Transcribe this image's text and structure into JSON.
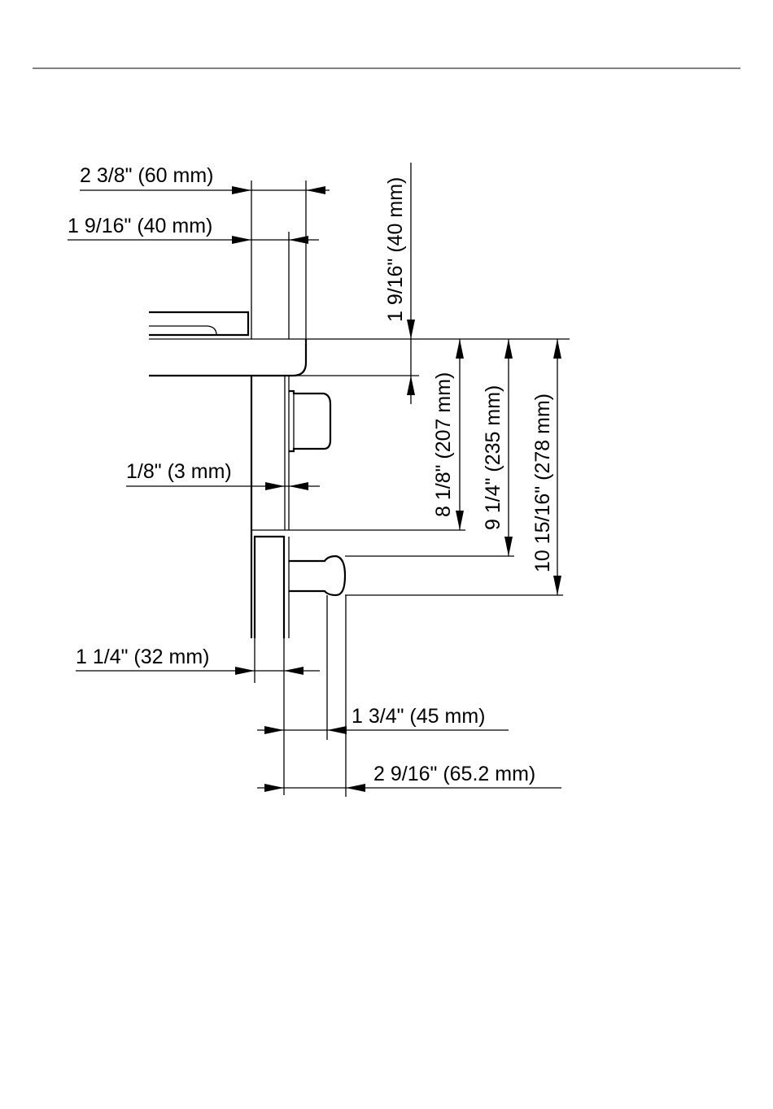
{
  "dimensions": {
    "cooktop_width": "2 3/8\" (60 mm)",
    "panel_depth": "1 9/16\" (40 mm)",
    "top_clearance": "1 9/16\" (40 mm)",
    "gap": "1/8\" (3 mm)",
    "height_1": "8 1/8\" (207 mm)",
    "height_2": "9 1/4\" (235 mm)",
    "height_3": "10 15/16\" (278 mm)",
    "door_thickness": "1 1/4\"  (32 mm)",
    "handle_depth": "1 3/4\"  (45 mm)",
    "handle_total": "2 9/16\"  (65.2 mm)"
  },
  "colors": {
    "line": "#000000",
    "background": "#ffffff"
  }
}
